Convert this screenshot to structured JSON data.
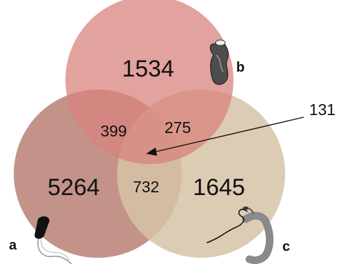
{
  "venn": {
    "sets": {
      "a": {
        "label": "a",
        "only": "5264"
      },
      "b": {
        "label": "b",
        "only": "1534"
      },
      "c": {
        "label": "c",
        "only": "1645"
      }
    },
    "overlaps": {
      "ab": "399",
      "bc": "275",
      "ac": "732",
      "abc": "131"
    }
  },
  "colors": {
    "circle_a": "#b98076",
    "circle_b": "#d8837c",
    "circle_c": "#d6c3a6",
    "arrow": "#111111"
  }
}
